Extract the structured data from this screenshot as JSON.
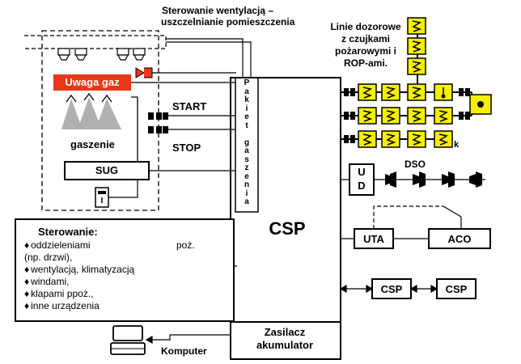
{
  "labels": {
    "ventilation_title_line1": "Sterowanie wentylacją –",
    "ventilation_title_line2": "uszczelnianie pomieszczenia",
    "detector_lines_1": "Linie dozorowe",
    "detector_lines_2": "z czujkami",
    "detector_lines_3": "pożarowymi i",
    "detector_lines_4": "ROP-ami.",
    "gas_warning": "Uwaga gaz",
    "start": "START",
    "stop": "STOP",
    "extinguishing": "gaszenie",
    "sug": "SUG",
    "extinguishing_package": [
      "P",
      "a",
      "k",
      "i",
      "e",
      "t",
      "",
      "g",
      "a",
      "s",
      "z",
      "e",
      "n",
      "i",
      "a"
    ],
    "csp_main": "CSP",
    "power_line1": "Zasilacz",
    "power_line2": "akumulator",
    "ud_u": "U",
    "ud_d": "D",
    "dso": "DSO",
    "uta": "UTA",
    "aco": "ACO",
    "csp_a": "CSP",
    "csp_b": "CSP",
    "computer": "Komputer",
    "k_mark": "k"
  },
  "control_panel": {
    "title": "Sterowanie:",
    "bullet": "♦",
    "items": [
      {
        "left": "oddzieleniami",
        "right": "poż."
      },
      {
        "left": "(np. drzwi),",
        "right": ""
      },
      {
        "left": "wentylacją, klimatyzacją",
        "right": ""
      },
      {
        "left": "windami,",
        "right": ""
      },
      {
        "left": "klapami ppoż.,",
        "right": ""
      },
      {
        "left": "inne urządzenia",
        "right": ""
      }
    ]
  },
  "colors": {
    "warning_red": "#e8381c",
    "detector_yellow": "#f5f000",
    "nozzle_gray": "#b0b0b0",
    "line": "#000000"
  },
  "icons": {
    "detector": "smoke-detector-icon",
    "rop": "manual-call-point-icon",
    "siren": "siren-icon",
    "valve": "valve-icon",
    "speaker": "speaker-icon",
    "computer": "computer-icon",
    "trigger": "manual-trigger-icon"
  }
}
